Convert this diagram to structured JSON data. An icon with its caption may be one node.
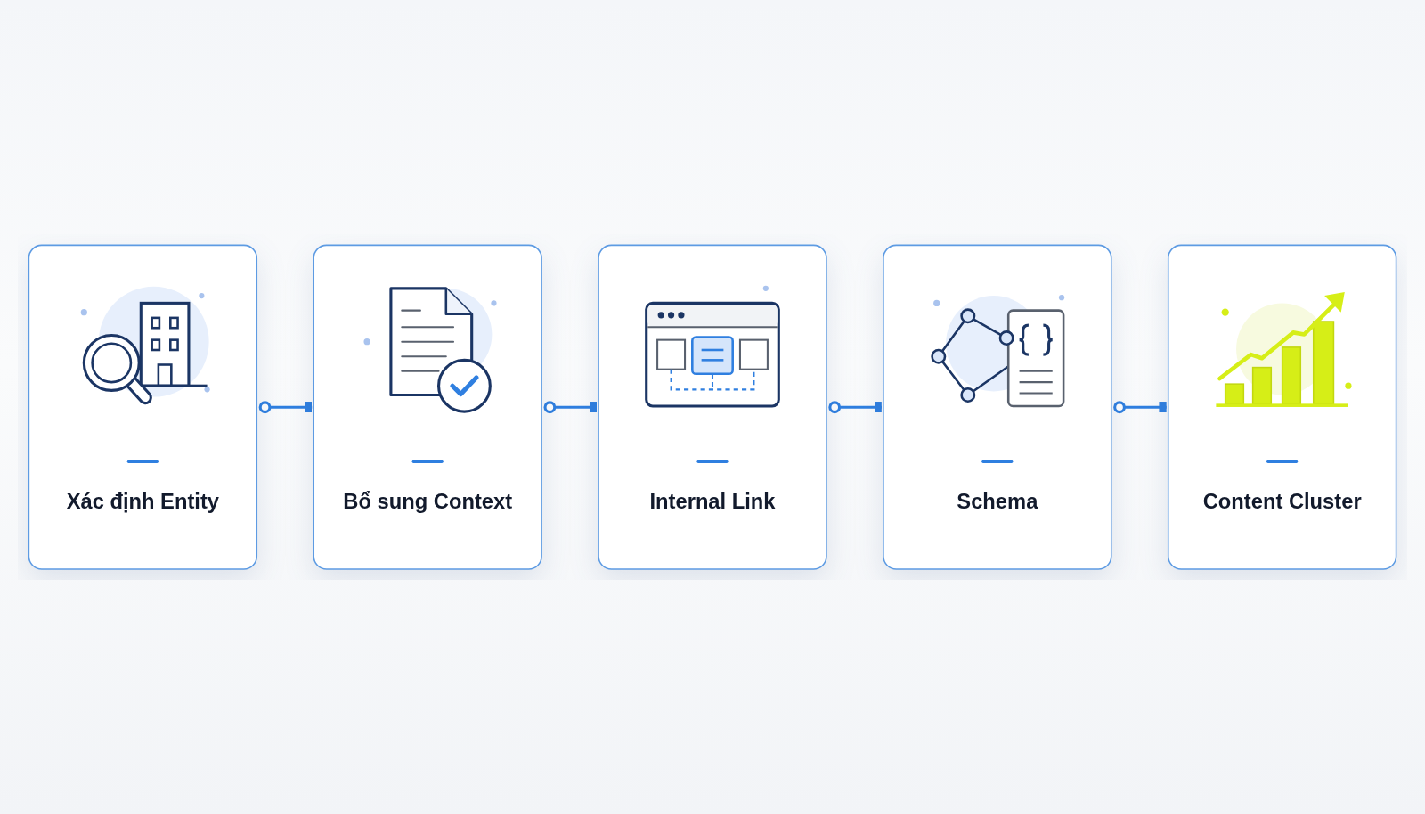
{
  "diagram": {
    "nodes": [
      {
        "text": [
          "Xác định Entity"
        ]
      },
      {
        "text": [
          "Bổ sung Context"
        ]
      },
      {
        "text": [
          "Internal Link"
        ]
      },
      {
        "text": [
          "Schema"
        ]
      },
      {
        "text": [
          "Content Cluster"
        ]
      }
    ],
    "edges": [
      {
        "from": 0,
        "to": 1,
        "arrow": "other"
      },
      {
        "from": 1,
        "to": 2,
        "arrow": "other"
      },
      {
        "from": 2,
        "to": 3,
        "arrow": "other"
      },
      {
        "from": 3,
        "to": 4,
        "arrow": "other"
      }
    ]
  }
}
